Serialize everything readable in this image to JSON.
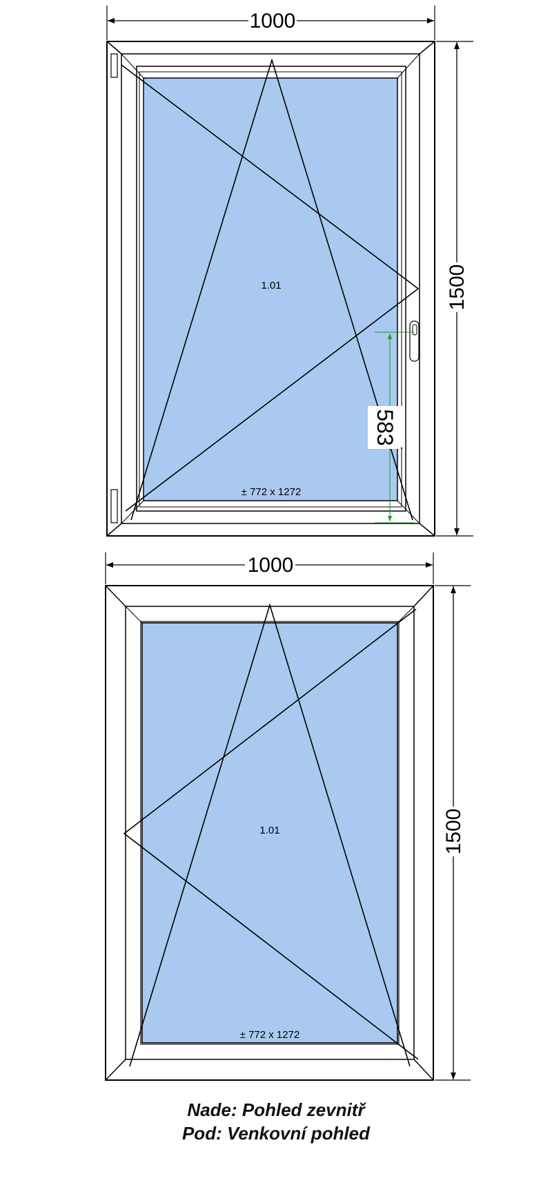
{
  "colors": {
    "glass": "#a9c9f0",
    "frame": "#ffffff",
    "line": "#000000",
    "dimension_green": "#1a9a1a"
  },
  "top_view": {
    "width_label": "1000",
    "height_label": "1500",
    "panel_label": "1.01",
    "glass_size_label": "± 772 x 1272",
    "handle_height_label": "583",
    "handle_height_dot": "."
  },
  "bottom_view": {
    "width_label": "1000",
    "height_label": "1500",
    "panel_label": "1.01",
    "glass_size_label": "± 772 x 1272"
  },
  "caption": {
    "line1": "Nade: Pohled zevnitř",
    "line2": "Pod: Venkovní pohled"
  }
}
